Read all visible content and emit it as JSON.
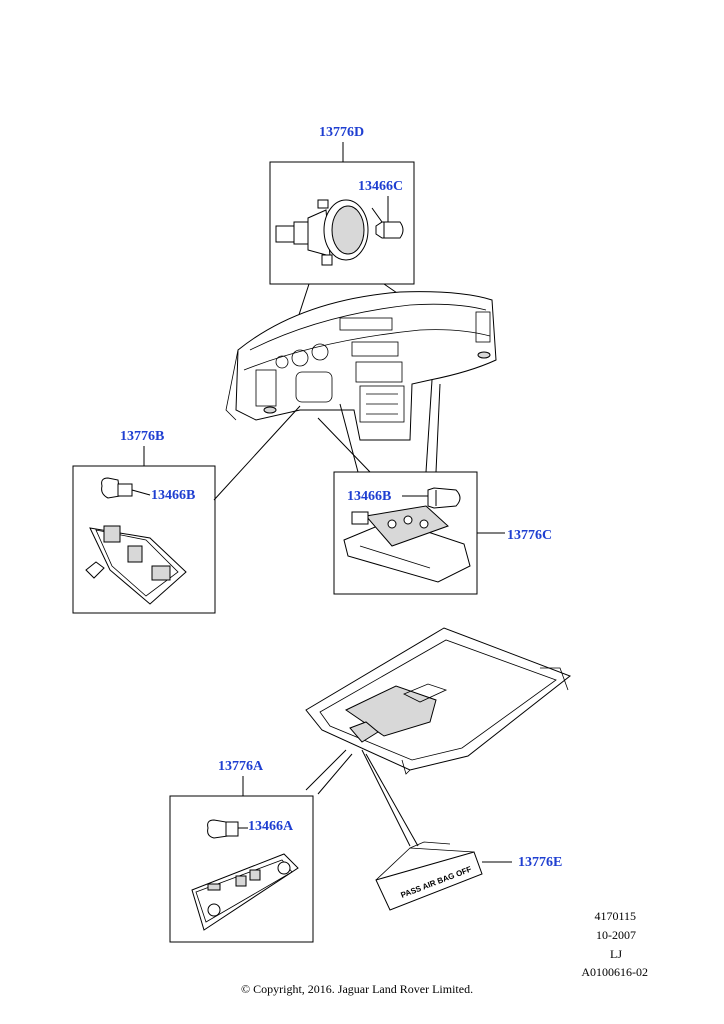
{
  "callouts": {
    "c13776D": "13776D",
    "c13466C": "13466C",
    "c13776B": "13776B",
    "c13466B_left": "13466B",
    "c13466B_right": "13466B",
    "c13776C": "13776C",
    "c13776A": "13776A",
    "c13466A": "13466A",
    "c13776E": "13776E"
  },
  "airbag_label_text": "PASS AIR BAG OFF",
  "meta": {
    "ref_number": "4170115",
    "date": "10-2007",
    "initials": "LJ",
    "illustration_id": "A0100616-02"
  },
  "copyright": "© Copyright, 2016. Jaguar Land Rover Limited.",
  "colors": {
    "callout": "#1f3fd1",
    "line": "#000000"
  }
}
